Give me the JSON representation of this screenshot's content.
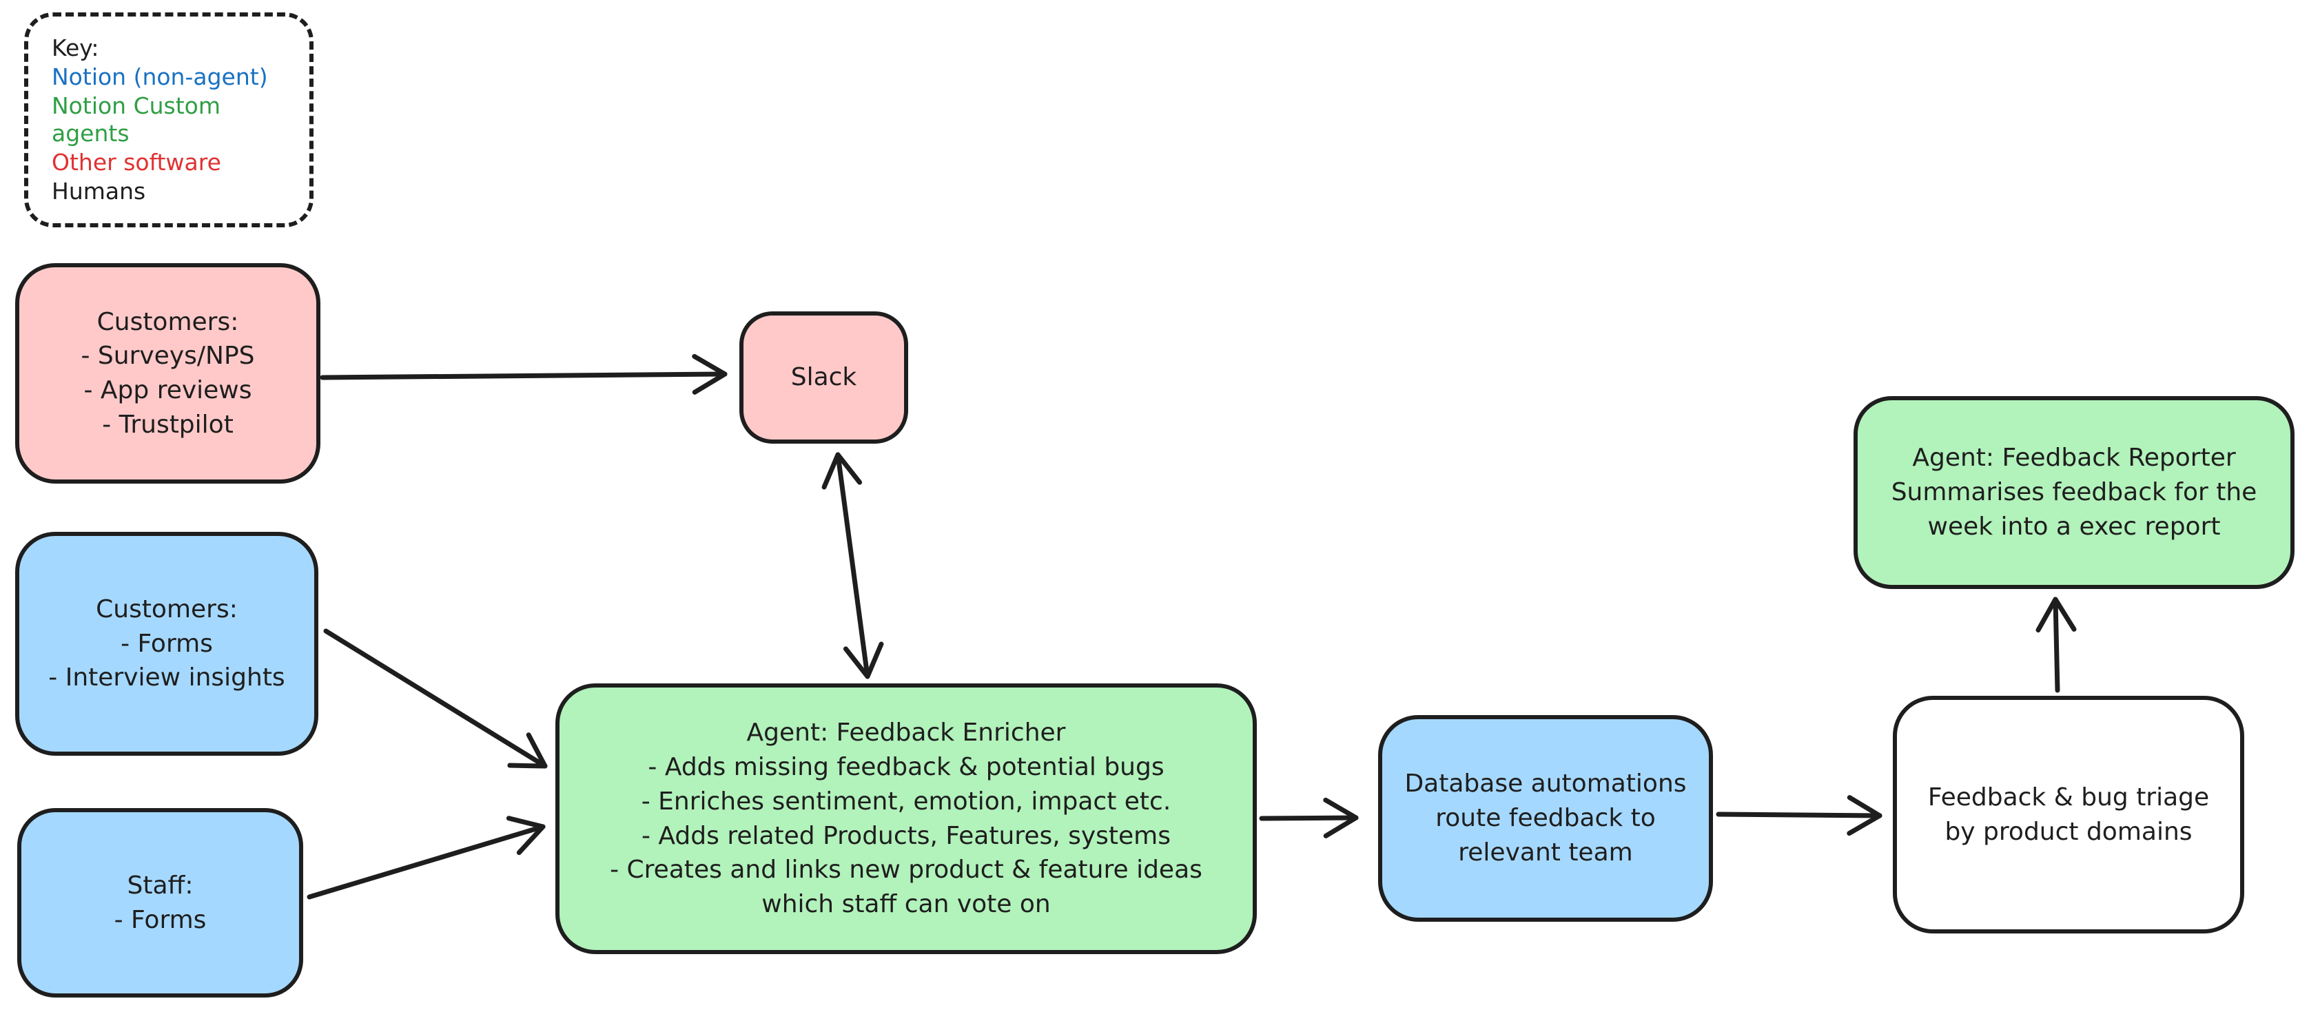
{
  "diagram": {
    "background": "#ffffff",
    "stroke_color": "#1e1e1e"
  },
  "legend": {
    "title": "Key:",
    "items": [
      {
        "label": "Notion (non-agent)",
        "color": "#1971c2"
      },
      {
        "label": "Notion Custom agents",
        "color": "#2f9e44"
      },
      {
        "label": "Other software",
        "color": "#e03131"
      },
      {
        "label": "Humans",
        "color": "#1e1e1e"
      }
    ]
  },
  "nodes": {
    "customers_sources": {
      "fill": "#ffc9c9",
      "lines": [
        "Customers:",
        "- Surveys/NPS",
        "- App reviews",
        "- Trustpilot"
      ]
    },
    "slack": {
      "fill": "#ffc9c9",
      "lines": [
        "Slack"
      ]
    },
    "customers_forms": {
      "fill": "#a5d8ff",
      "lines": [
        "Customers:",
        "- Forms",
        "- Interview insights"
      ]
    },
    "staff_forms": {
      "fill": "#a5d8ff",
      "lines": [
        "Staff:",
        "- Forms"
      ]
    },
    "feedback_enricher": {
      "fill": "#b2f2bb",
      "lines": [
        "Agent: Feedback Enricher",
        "- Adds missing feedback & potential bugs",
        "- Enriches sentiment, emotion, impact etc.",
        "- Adds related Products, Features, systems",
        "- Creates and links new product & feature ideas",
        "which staff can vote on"
      ]
    },
    "database_automations": {
      "fill": "#a5d8ff",
      "lines": [
        "Database automations",
        "route feedback to",
        "relevant team"
      ]
    },
    "feedback_triage": {
      "fill": "#ffffff",
      "lines": [
        "Feedback & bug triage",
        "by product domains"
      ]
    },
    "feedback_reporter": {
      "fill": "#b2f2bb",
      "lines": [
        "Agent: Feedback Reporter",
        "Summarises feedback for the",
        "week into a exec report"
      ]
    }
  }
}
